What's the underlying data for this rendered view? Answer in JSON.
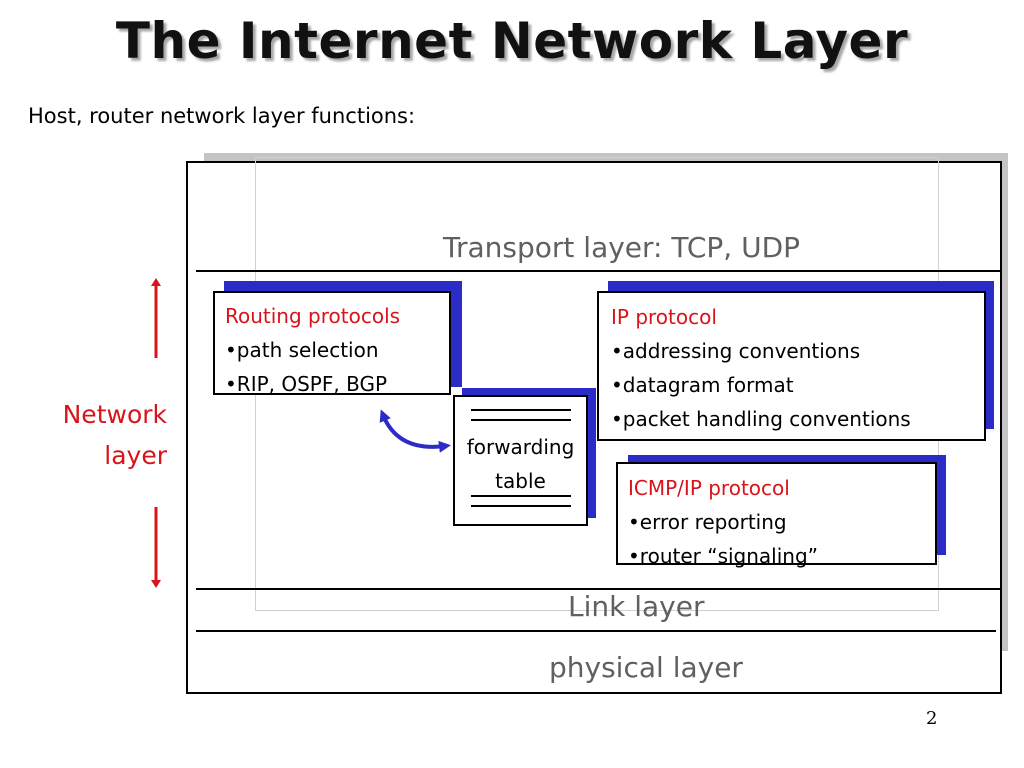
{
  "title": "The Internet Network Layer",
  "subtitle": "Host, router network layer functions:",
  "layers": {
    "transport": "Transport layer: TCP, UDP",
    "link": "Link layer",
    "physical": "physical layer"
  },
  "network_label": [
    "Network",
    "layer"
  ],
  "routing_box": {
    "heading": "Routing protocols",
    "items": [
      "•path selection",
      "•RIP, OSPF, BGP"
    ]
  },
  "ip_box": {
    "heading": "IP protocol",
    "items": [
      "•addressing conventions",
      "•datagram format",
      "•packet handling conventions"
    ]
  },
  "icmp_box": {
    "heading": "ICMP/IP protocol",
    "items": [
      "•error reporting",
      "•router “signaling”"
    ]
  },
  "forwarding_table": [
    "forwarding",
    "table"
  ],
  "page_number": "2",
  "colors": {
    "box_shadow": "#2b2bc8",
    "heading_red": "#d8141a",
    "arrow_blue": "#2b2bc8",
    "arrow_red": "#d8141a",
    "layer_text_gray": "#606060"
  }
}
